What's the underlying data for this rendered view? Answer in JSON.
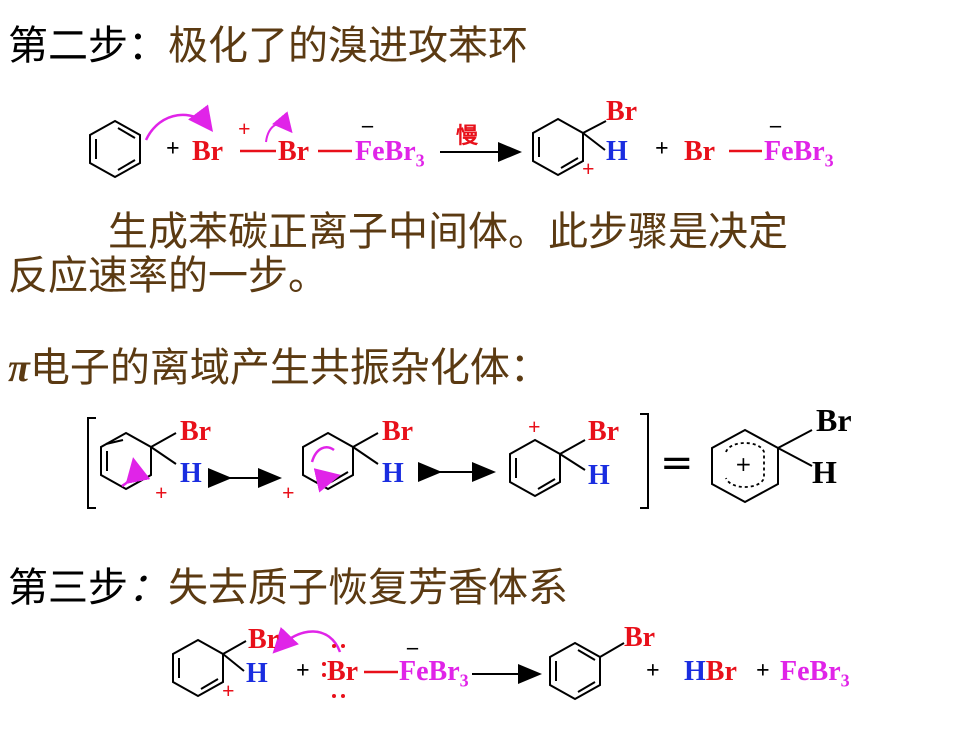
{
  "step2": {
    "label": "第二步：",
    "text": "极化了的溴进攻苯环"
  },
  "reaction1": {
    "plus1": "+",
    "br_pos": "Br",
    "pos_charge": "+",
    "br_mid": "Br",
    "neg_charge1": "–",
    "febr3_a": "FeBr",
    "sub3_a": "3",
    "arrow_label": "慢",
    "product_br": "Br",
    "product_h": "H",
    "ring_charge": "+",
    "plus2": "+",
    "br_free": "Br",
    "neg_charge2": "–",
    "febr3_b": "FeBr",
    "sub3_b": "3"
  },
  "paragraph1": {
    "line1": "生成苯碳正离子中间体。此步骤是决定",
    "line2": "反应速率的一步。"
  },
  "resonance": {
    "pi": "π",
    "title": "电子的离域产生共振杂化体：",
    "br": "Br",
    "h": "H",
    "plus": "+",
    "equals": "=",
    "hybrid_plus": "+"
  },
  "step3": {
    "label": "第三步",
    "colon": "：",
    "text": "失去质子恢复芳香体系"
  },
  "reaction3": {
    "br": "Br",
    "h": "H",
    "ring_charge": "+",
    "plus1": "+",
    "br_dots": "Br",
    "neg_charge": "–",
    "febr3": "FeBr",
    "sub3": "3",
    "product_br": "Br",
    "plus2": "+",
    "hbr_h": "H",
    "hbr_br": "Br",
    "plus3": "+",
    "febr3_b": "FeBr",
    "sub3_b": "3"
  }
}
